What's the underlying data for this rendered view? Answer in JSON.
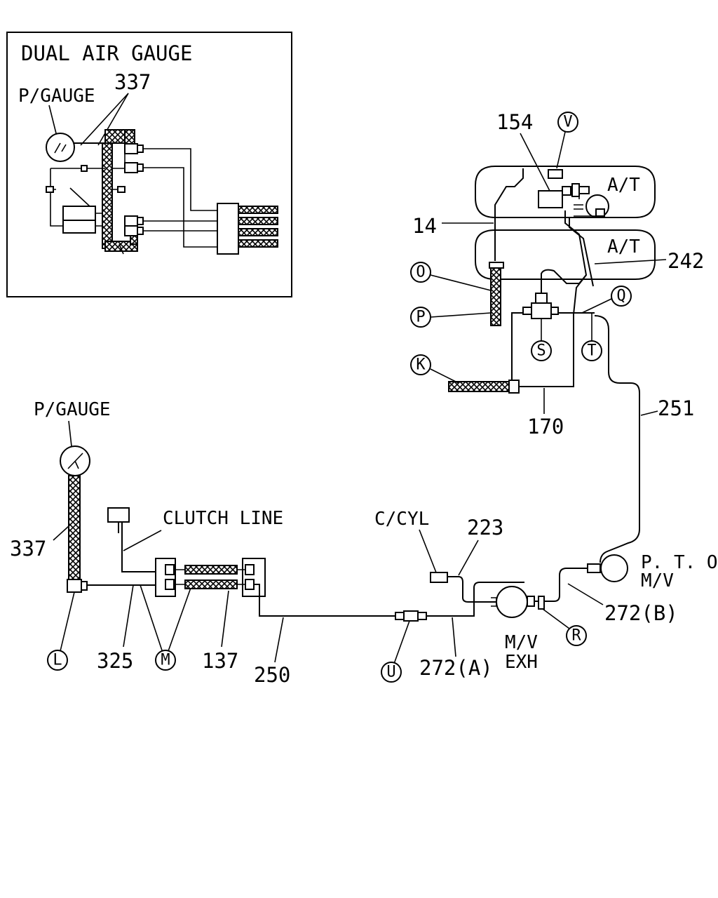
{
  "inset": {
    "title": "DUAL AIR GAUGE",
    "gauge_label": "P/GAUGE",
    "part_337": "337"
  },
  "labels": {
    "p_gauge": "P/GAUGE",
    "part_337": "337",
    "clutch_line": "CLUTCH LINE",
    "part_325": "325",
    "part_137": "137",
    "part_250": "250",
    "c_cyl": "C/CYL",
    "part_223": "223",
    "part_272a": "272(A)",
    "part_272b": "272(B)",
    "mv_exh_1": "M/V",
    "mv_exh_2": "EXH",
    "pto_1": "P. T. O",
    "pto_2": "M/V",
    "part_251": "251",
    "part_170": "170",
    "part_14": "14",
    "part_154": "154",
    "part_242": "242",
    "at_top": "A/T",
    "at_bottom": "A/T"
  },
  "callouts": {
    "L": "L",
    "M": "M",
    "U": "U",
    "R": "R",
    "K": "K",
    "O": "O",
    "P": "P",
    "S": "S",
    "T": "T",
    "Q": "Q",
    "V": "V"
  }
}
